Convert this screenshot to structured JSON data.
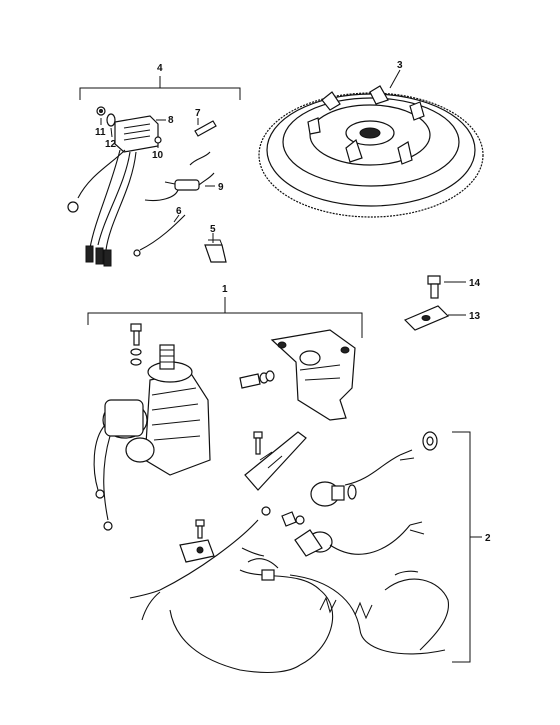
{
  "callouts": {
    "c1": "1",
    "c2": "2",
    "c3": "3",
    "c4": "4",
    "c5": "5",
    "c6": "6",
    "c7": "7",
    "c8": "8",
    "c9": "9",
    "c10": "10",
    "c11": "11",
    "c12": "12",
    "c13": "13",
    "c14": "14"
  },
  "icons": {
    "flywheel": "flywheel-icon",
    "rectifier": "rectifier-icon",
    "starter_motor": "starter-motor-icon",
    "bracket": "bracket-icon",
    "harness": "wire-harness-icon"
  },
  "colors": {
    "line": "#111111",
    "background": "#ffffff"
  }
}
